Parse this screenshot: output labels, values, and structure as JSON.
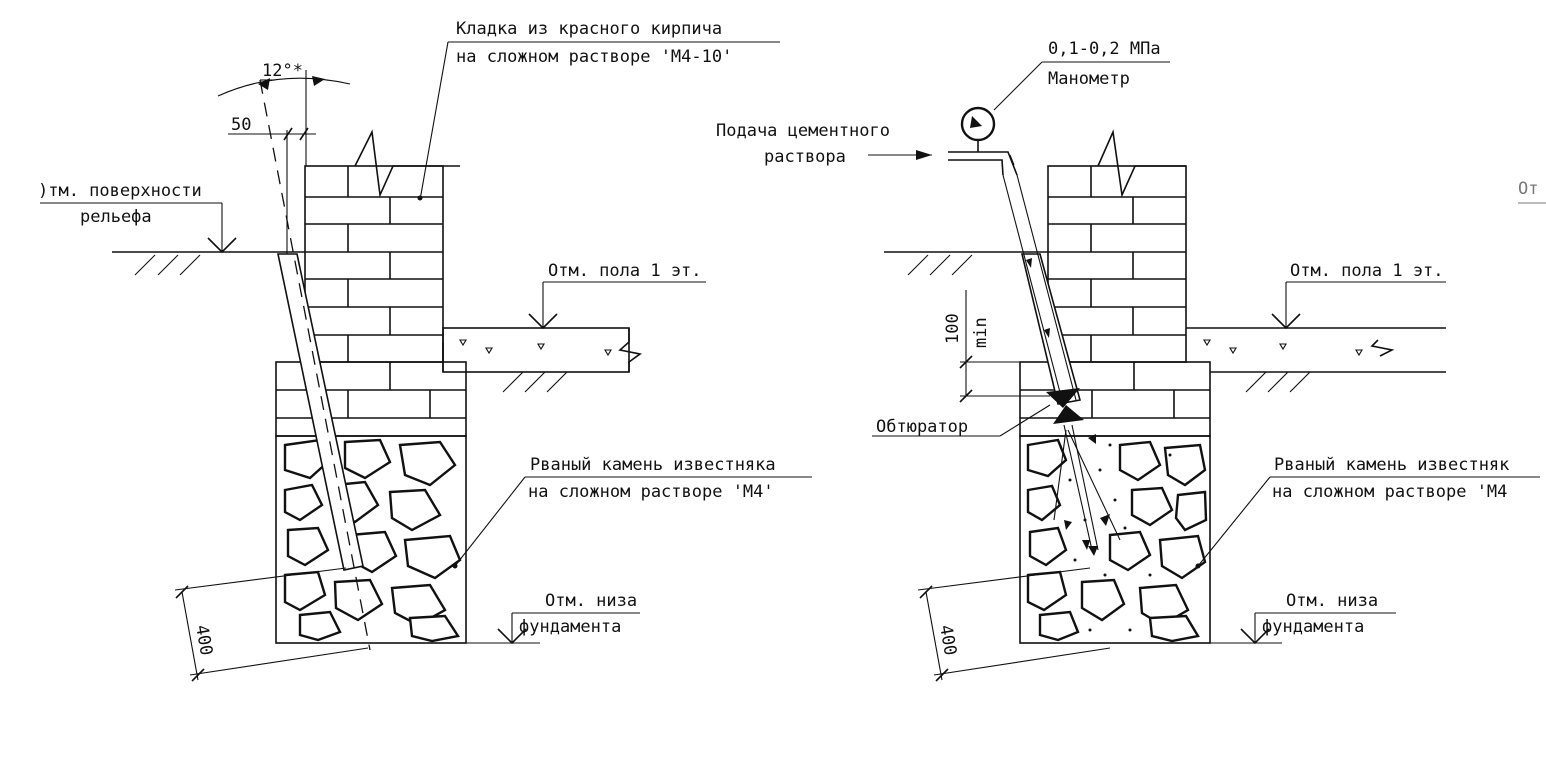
{
  "left_detail": {
    "masonry_label_line1": "Кладка из красного кирпича",
    "masonry_label_line2": "на сложном растворе 'М4-10'",
    "angle_label": "12°*",
    "offset_dim": "50",
    "ground_label_line1": ")тм. поверхности",
    "ground_label_line2": "рельефа",
    "floor_label": "Отм. пола 1 эт.",
    "stone_label_line1": "Рваный камень известняка",
    "stone_label_line2": "на сложном растворе 'М4'",
    "bottom_label_line1": "Отм. низа",
    "bottom_label_line2": "фундамента",
    "depth_dim": "400"
  },
  "right_detail": {
    "pressure_label": "0,1-0,2 МПа",
    "gauge_label": "Манометр",
    "supply_label_line1": "Подача цементного",
    "supply_label_line2": "раствора",
    "min_dim": "100",
    "min_unit": "min",
    "obturator_label": "Обтюратор",
    "floor_label": "Отм. пола 1 эт.",
    "stone_label_line1": "Рваный камень известняк",
    "stone_label_line2": "на сложном растворе 'М4",
    "bottom_label_line1": "Отм. низа",
    "bottom_label_line2": "фундамента",
    "depth_dim": "400",
    "edge_label": "От"
  },
  "colors": {
    "ink": "#111111",
    "paper": "#ffffff"
  }
}
